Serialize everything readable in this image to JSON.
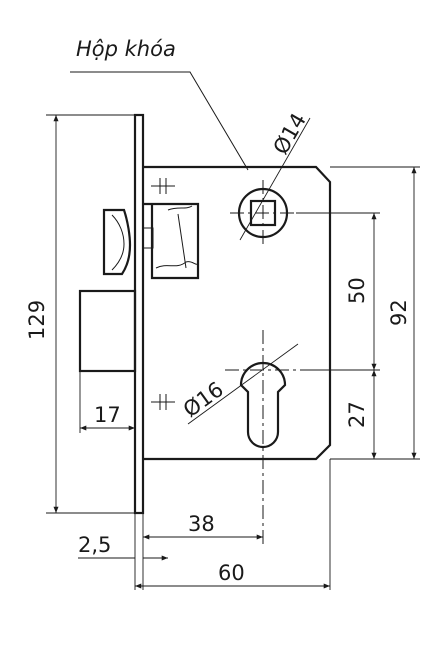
{
  "title": "Hộp khóa",
  "dimensions": {
    "diameter_top": "Ø14",
    "diameter_bottom": "Ø16",
    "height_total": "129",
    "height_case": "92",
    "spacing_50": "50",
    "spacing_27": "27",
    "width_17": "17",
    "width_38": "38",
    "width_60": "60",
    "thickness": "2,5"
  }
}
